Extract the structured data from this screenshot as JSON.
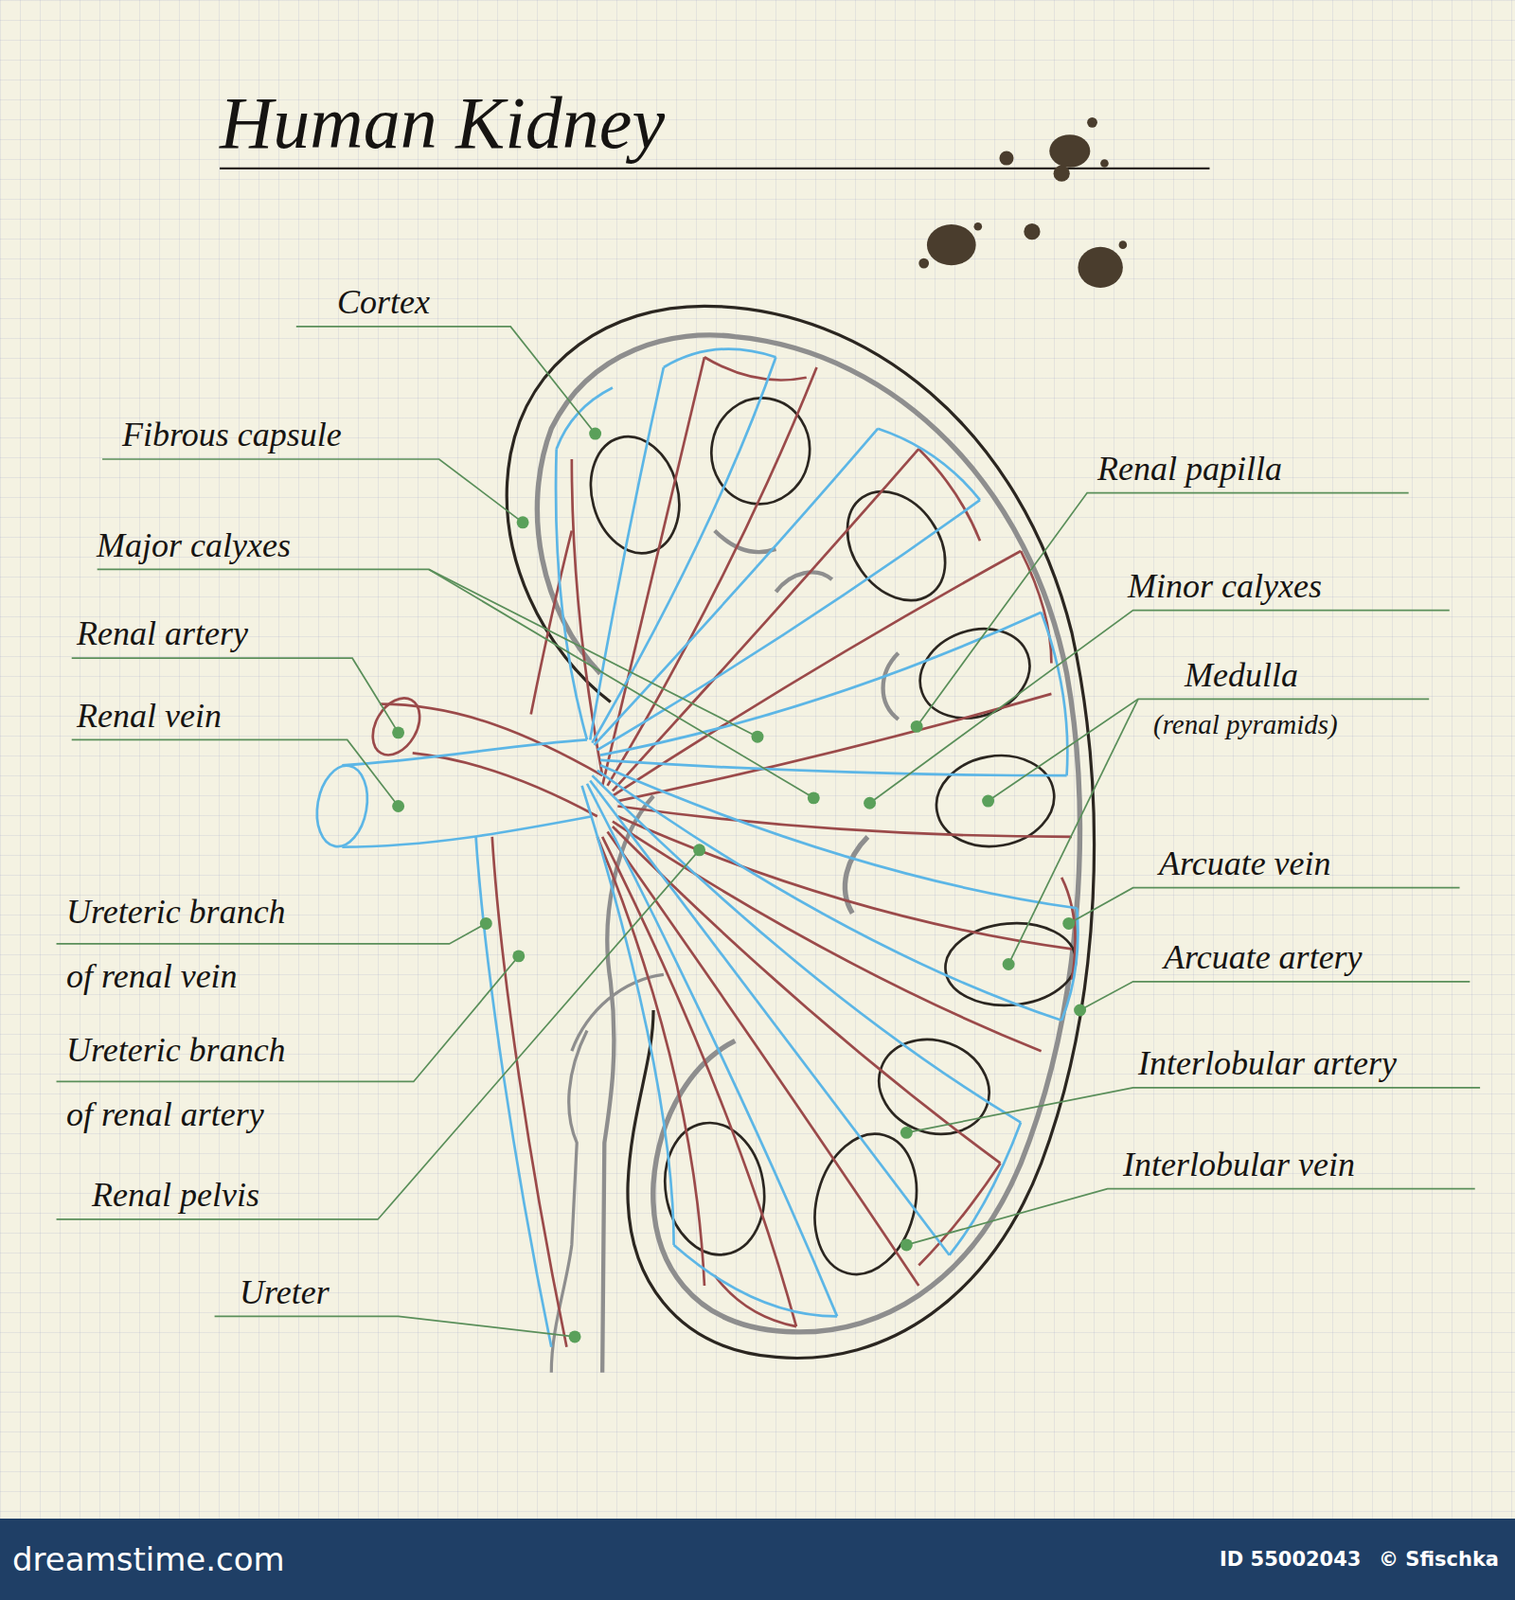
{
  "diagram": {
    "title": "Human Kidney",
    "labels": [
      "Cortex",
      "Fibrous capsule",
      "Major calyxes",
      "Renal artery",
      "Renal vein",
      "Ureteric branch of renal vein",
      "Ureteric branch of renal artery",
      "Renal pelvis",
      "Ureter",
      "Renal papilla",
      "Minor calyxes",
      "Medulla",
      "(renal pyramids)",
      "Arcuate vein",
      "Arcuate artery",
      "Interlobular artery",
      "Interlobular vein",
      "dreamstime.com",
      "ID 55002043",
      "© Sfischka"
    ]
  }
}
